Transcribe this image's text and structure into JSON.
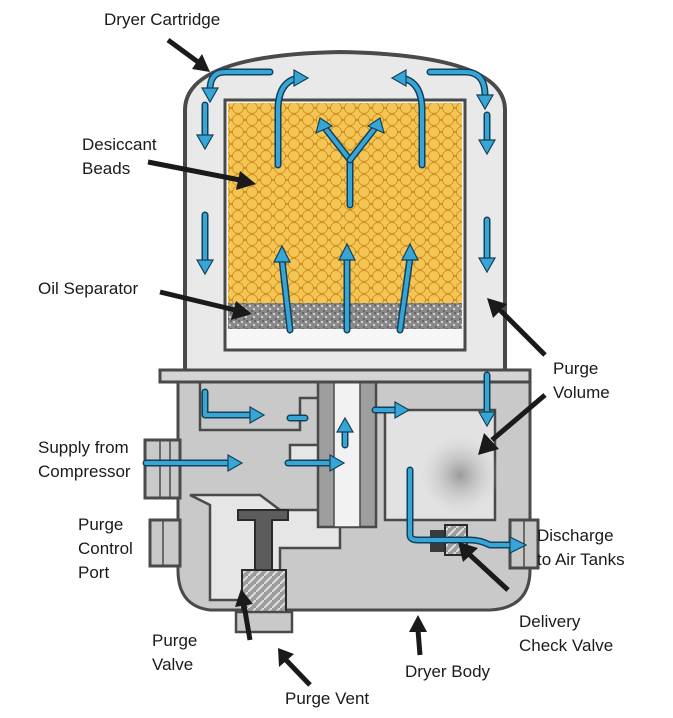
{
  "labels": {
    "dryer_cartridge": "Dryer Cartridge",
    "desiccant_beads": [
      "Desiccant",
      "Beads"
    ],
    "oil_separator": "Oil Separator",
    "purge_volume": [
      "Purge",
      "Volume"
    ],
    "supply_from_compressor": [
      "Supply from",
      "Compressor"
    ],
    "discharge_to_air_tanks": [
      "Discharge",
      "to Air Tanks"
    ],
    "purge_control_port": [
      "Purge",
      "Control",
      "Port"
    ],
    "purge_valve": [
      "Purge",
      "Valve"
    ],
    "delivery_check_valve": [
      "Delivery",
      "Check Valve"
    ],
    "dryer_body": "Dryer Body",
    "purge_vent": "Purge Vent"
  },
  "colors": {
    "desiccant": "#f0b73c",
    "flow_arrow": "#36a6d6",
    "flow_outline": "#14405a",
    "body_metal": "#c9c9c9",
    "cartridge_shell": "#dcdcdc",
    "label_text": "#1a1a1a"
  }
}
